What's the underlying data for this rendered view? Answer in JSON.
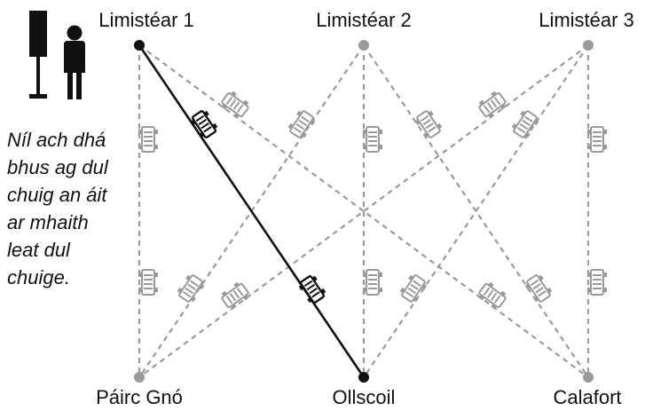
{
  "stops_top": [
    {
      "id": "top1",
      "label": "Limistéar 1",
      "active": true
    },
    {
      "id": "top2",
      "label": "Limistéar 2",
      "active": false
    },
    {
      "id": "top3",
      "label": "Limistéar 3",
      "active": false
    }
  ],
  "stops_bottom": [
    {
      "id": "bot1",
      "label": "Páirc Gnó",
      "active": false
    },
    {
      "id": "bot2",
      "label": "Ollscoil",
      "active": true
    },
    {
      "id": "bot3",
      "label": "Calafort",
      "active": false
    }
  ],
  "caption_lines": [
    "Níl ach dhá",
    "bhus ag dul",
    "chuig an áit",
    "ar mhaith",
    "leat dul",
    "chuige."
  ],
  "active_route": {
    "from": "top1",
    "to": "bot2"
  },
  "icons": {
    "bus_stop": "bus-stop-sign-icon",
    "person": "person-icon",
    "bus": "bus-icon"
  },
  "colors": {
    "active": "#111111",
    "inactive": "#9a9a9a"
  }
}
